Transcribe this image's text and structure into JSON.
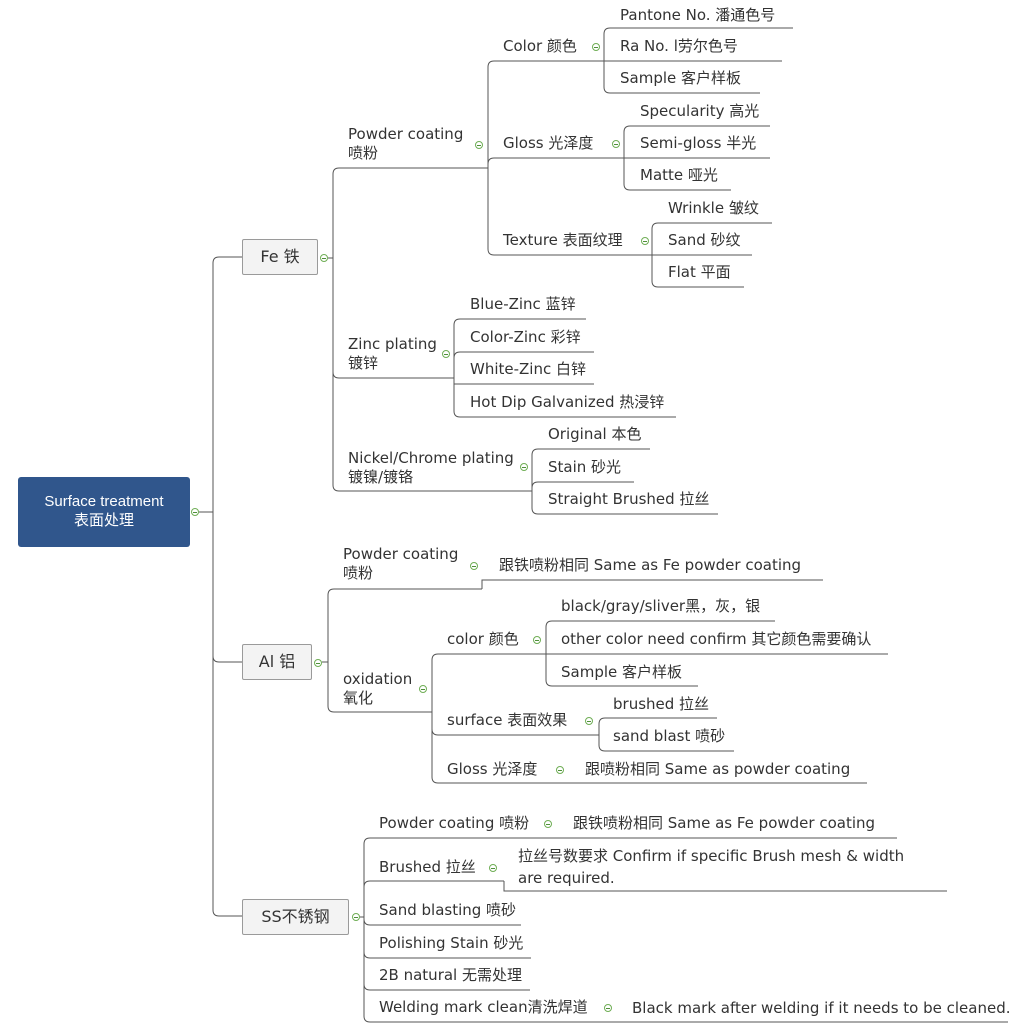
{
  "root": {
    "line1": "Surface treatment",
    "line2": "表面处理"
  },
  "fe": {
    "label": "Fe 铁",
    "powder": {
      "line1": "Powder coating",
      "line2": "喷粉",
      "color": {
        "label": "Color 颜色",
        "items": [
          "Pantone No. 潘通色号",
          "Ra No. l劳尔色号",
          "Sample 客户样板"
        ]
      },
      "gloss": {
        "label": "Gloss 光泽度",
        "items": [
          "Specularity 高光",
          "Semi-gloss 半光",
          "Matte 哑光"
        ]
      },
      "texture": {
        "label": "Texture 表面纹理",
        "items": [
          "Wrinkle 皱纹",
          "Sand 砂纹",
          "Flat 平面"
        ]
      }
    },
    "zinc": {
      "line1": "Zinc plating",
      "line2": "镀锌",
      "items": [
        "Blue-Zinc 蓝锌",
        "Color-Zinc 彩锌",
        "White-Zinc 白锌",
        "Hot Dip Galvanized 热浸锌"
      ]
    },
    "nickel": {
      "line1": "Nickel/Chrome plating",
      "line2": "镀镍/镀铬",
      "items": [
        "Original 本色",
        "Stain 砂光",
        "Straight Brushed 拉丝"
      ]
    }
  },
  "al": {
    "label": "Al 铝",
    "powder": {
      "line1": "Powder coating",
      "line2": "喷粉",
      "note": "跟铁喷粉相同 Same as Fe powder coating"
    },
    "oxidation": {
      "line1": "oxidation",
      "line2": "氧化",
      "color": {
        "label": "color 颜色",
        "items": [
          "black/gray/sliver黑，灰，银",
          "other color need confirm 其它颜色需要确认",
          "Sample 客户样板"
        ]
      },
      "surface": {
        "label": "surface 表面效果",
        "items": [
          "brushed 拉丝",
          "sand blast 喷砂"
        ]
      },
      "gloss": {
        "label": "Gloss 光泽度",
        "note": "跟喷粉相同 Same as powder coating"
      }
    }
  },
  "ss": {
    "label": "SS不锈钢",
    "powder": {
      "label": "Powder coating 喷粉",
      "note": "跟铁喷粉相同 Same as Fe powder coating"
    },
    "brushed": {
      "label": "Brushed 拉丝",
      "note1": "拉丝号数要求 Confirm if specific Brush mesh & width",
      "note2": "are required."
    },
    "sandblasting": "Sand blasting 喷砂",
    "polishing": "Polishing Stain 砂光",
    "natural": "2B natural 无需处理",
    "welding": {
      "label": "Welding mark clean清洗焊道",
      "note": "Black mark after welding if it needs to be cleaned."
    }
  },
  "colors": {
    "root_bg": "#30568c",
    "line": "#555555",
    "toggle": "#6fae55"
  }
}
